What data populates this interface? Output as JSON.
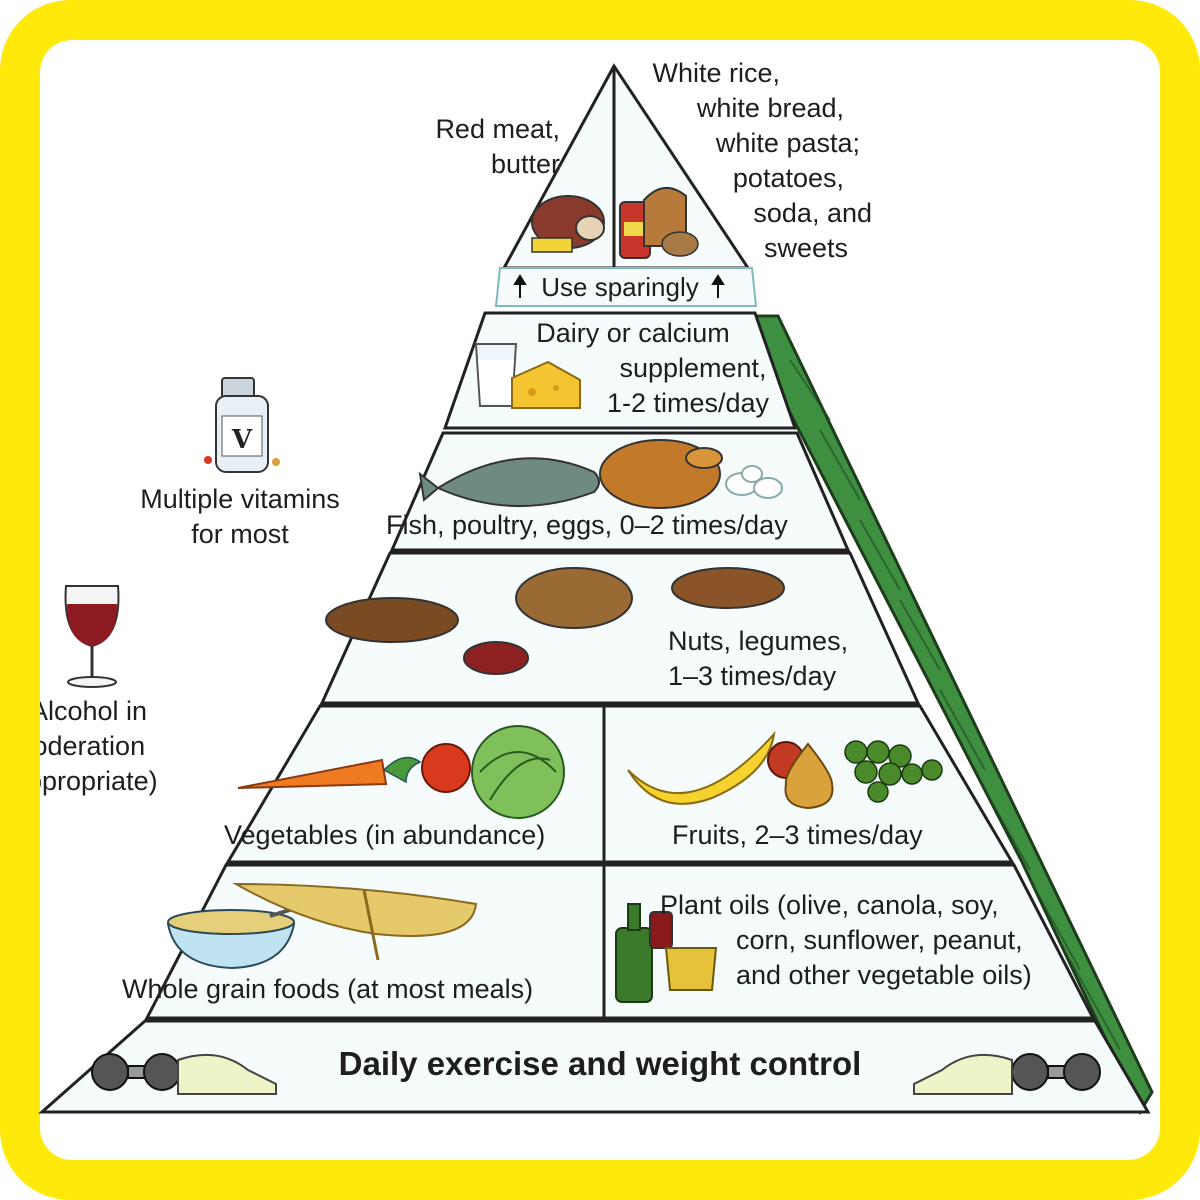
{
  "colors": {
    "frame": "#ffe90a",
    "pyramid_side": "#3f8f40",
    "tier_fill": "#f6fbfb",
    "tier_edge": "#7fb9bd",
    "outline": "#222222"
  },
  "top_tier": {
    "left_lines": [
      "Red meat,",
      "butter"
    ],
    "right_lines": [
      "White rice,",
      "white bread,",
      "white pasta;",
      "potatoes,",
      "soda, and",
      "sweets"
    ],
    "note": "Use sparingly"
  },
  "tiers": {
    "dairy": [
      "Dairy or calcium",
      "supplement,",
      "1-2 times/day"
    ],
    "protein": "Fish, poultry, eggs, 0–2 times/day",
    "nuts": [
      "Nuts, legumes,",
      "1–3 times/day"
    ],
    "vegetables": "Vegetables (in abundance)",
    "fruits": "Fruits, 2–3 times/day",
    "grains": "Whole grain foods (at most meals)",
    "oils": [
      "Plant oils (olive, canola, soy,",
      "corn, sunflower, peanut,",
      "and other vegetable oils)"
    ],
    "base": "Daily exercise and weight control"
  },
  "side_notes": {
    "vitamins": [
      "Multiple vitamins",
      "for most"
    ],
    "vitamin_bottle_letter": "V",
    "alcohol": [
      "Alcohol in",
      "moderation",
      "(if appropriate)"
    ]
  },
  "icons": [
    "vitamin-bottle-icon",
    "wine-glass-icon",
    "meat-icon",
    "bread-soda-icon",
    "milk-glass-icon",
    "cheese-icon",
    "fish-icon",
    "chicken-icon",
    "eggs-icon",
    "nuts-icon",
    "carrot-icon",
    "tomato-icon",
    "cabbage-icon",
    "banana-icon",
    "pear-icon",
    "grapes-icon",
    "cereal-bowl-icon",
    "wheat-icon",
    "oil-bottle-icon",
    "dumbbell-icon",
    "sneaker-icon"
  ]
}
